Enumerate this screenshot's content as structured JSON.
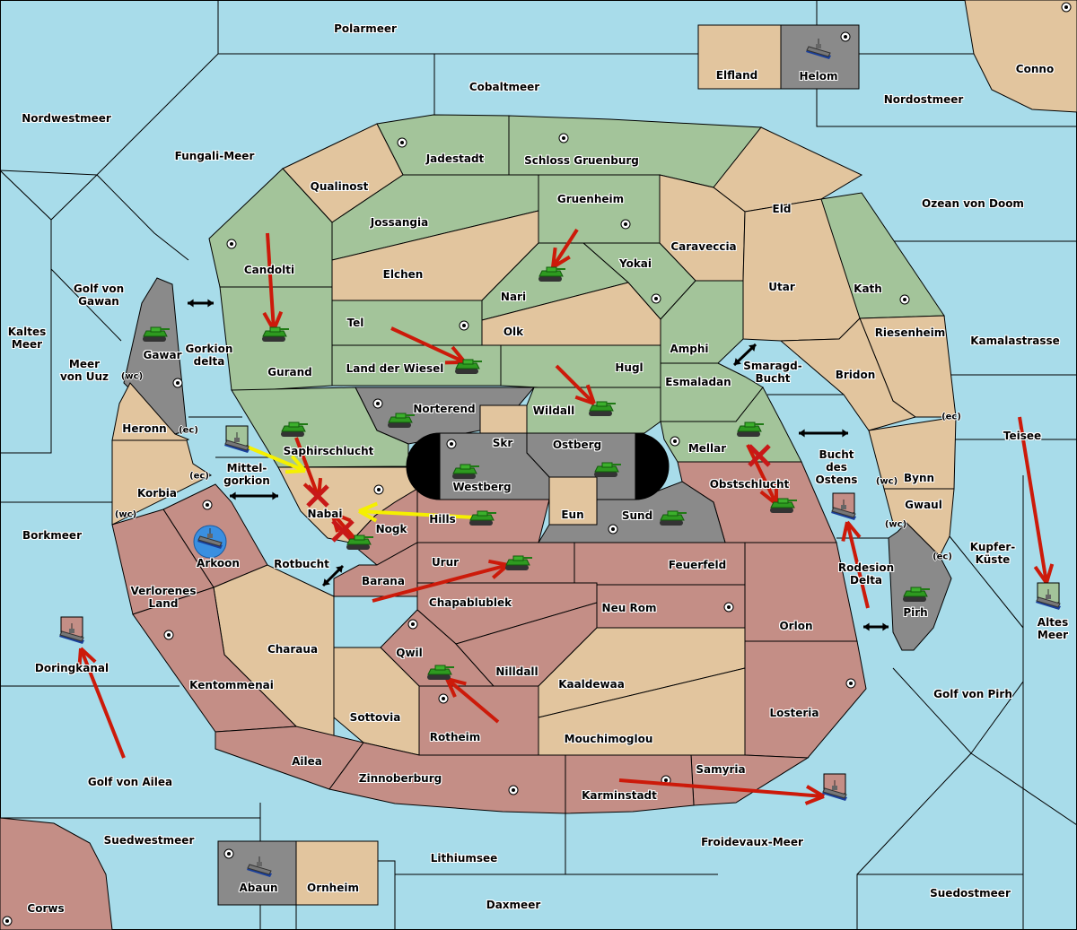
{
  "colors": {
    "sea": "#a8dcea",
    "neutral": "#e2c59e",
    "green_power": "#a3c49a",
    "red_power": "#c48e86",
    "gray_power": "#8a8a8a",
    "border": "#000000",
    "order_arrow": "#cc1a0a",
    "support_arrow": "#f5f000",
    "tank": "#2e9a20",
    "fleet_badge": "#3a8fe0"
  },
  "seas": [
    {
      "id": "polarmeer",
      "name": "Polarmeer"
    },
    {
      "id": "cobaltmeer",
      "name": "Cobaltmeer"
    },
    {
      "id": "nordwestmeer",
      "name": "Nordwestmeer"
    },
    {
      "id": "fungali",
      "name": "Fungali-Meer"
    },
    {
      "id": "nordostmeer",
      "name": "Nordostmeer"
    },
    {
      "id": "ozean",
      "name": "Ozean von Doom"
    },
    {
      "id": "golf-gawan",
      "name": "Golf von\nGawan"
    },
    {
      "id": "kaltes",
      "name": "Kaltes\nMeer"
    },
    {
      "id": "uuz",
      "name": "Meer\nvon Uuz"
    },
    {
      "id": "gorkion-delta",
      "name": "Gorkion\ndelta"
    },
    {
      "id": "mittelgorkion",
      "name": "Mittel-\ngorkion"
    },
    {
      "id": "borkmeer",
      "name": "Borkmeer"
    },
    {
      "id": "rotbucht",
      "name": "Rotbucht"
    },
    {
      "id": "kamalastrasse",
      "name": "Kamalastrasse"
    },
    {
      "id": "smaragd",
      "name": "Smaragd-\nBucht"
    },
    {
      "id": "bucht-ostens",
      "name": "Bucht\ndes\nOstens"
    },
    {
      "id": "teisee",
      "name": "Teisee"
    },
    {
      "id": "kupfer",
      "name": "Kupfer-\nKüste"
    },
    {
      "id": "rodesion",
      "name": "Rodesion\nDelta"
    },
    {
      "id": "altes",
      "name": "Altes\nMeer"
    },
    {
      "id": "golf-pirh",
      "name": "Golf von Pirh"
    },
    {
      "id": "doringkanal",
      "name": "Doringkanal"
    },
    {
      "id": "golf-ailea",
      "name": "Golf von Ailea"
    },
    {
      "id": "suedwestmeer",
      "name": "Suedwestmeer"
    },
    {
      "id": "lithiumsee",
      "name": "Lithiumsee"
    },
    {
      "id": "froidevaux",
      "name": "Froidevaux-Meer"
    },
    {
      "id": "daxmeer",
      "name": "Daxmeer"
    },
    {
      "id": "suedostmeer",
      "name": "Suedostmeer"
    }
  ],
  "territories": [
    {
      "id": "elfland",
      "name": "Elfland",
      "owner": "neutral"
    },
    {
      "id": "helom",
      "name": "Helom",
      "owner": "gray",
      "supply": true
    },
    {
      "id": "conno",
      "name": "Conno",
      "owner": "neutral",
      "supply": true
    },
    {
      "id": "jadestadt",
      "name": "Jadestadt",
      "owner": "green",
      "supply": true
    },
    {
      "id": "schloss",
      "name": "Schloss Gruenburg",
      "owner": "green",
      "supply": true
    },
    {
      "id": "qualinost",
      "name": "Qualinost",
      "owner": "neutral"
    },
    {
      "id": "jossangia",
      "name": "Jossangia",
      "owner": "green"
    },
    {
      "id": "gruenheim",
      "name": "Gruenheim",
      "owner": "green",
      "supply": true
    },
    {
      "id": "eld",
      "name": "Eld",
      "owner": "neutral"
    },
    {
      "id": "candolti",
      "name": "Candolti",
      "owner": "green",
      "supply": true
    },
    {
      "id": "elchen",
      "name": "Elchen",
      "owner": "neutral"
    },
    {
      "id": "caraveccia",
      "name": "Caraveccia",
      "owner": "neutral"
    },
    {
      "id": "yokai",
      "name": "Yokai",
      "owner": "green",
      "supply": true
    },
    {
      "id": "nari",
      "name": "Nari",
      "owner": "green"
    },
    {
      "id": "utar",
      "name": "Utar",
      "owner": "neutral"
    },
    {
      "id": "kath",
      "name": "Kath",
      "owner": "green",
      "supply": true
    },
    {
      "id": "tel",
      "name": "Tel",
      "owner": "green",
      "supply": true
    },
    {
      "id": "olk",
      "name": "Olk",
      "owner": "neutral"
    },
    {
      "id": "amphi",
      "name": "Amphi",
      "owner": "green"
    },
    {
      "id": "riesenheim",
      "name": "Riesenheim",
      "owner": "neutral"
    },
    {
      "id": "gawar",
      "name": "Gawar",
      "owner": "gray",
      "supply": true
    },
    {
      "id": "gurand",
      "name": "Gurand",
      "owner": "green"
    },
    {
      "id": "wiesel",
      "name": "Land der Wiesel",
      "owner": "green"
    },
    {
      "id": "hugl",
      "name": "Hugl",
      "owner": "green"
    },
    {
      "id": "bridon",
      "name": "Bridon",
      "owner": "neutral",
      "supply": true
    },
    {
      "id": "esmaladan",
      "name": "Esmaladan",
      "owner": "green"
    },
    {
      "id": "norterend",
      "name": "Norterend",
      "owner": "gray",
      "supply": true
    },
    {
      "id": "wildall",
      "name": "Wildall",
      "owner": "green"
    },
    {
      "id": "heronn",
      "name": "Heronn",
      "owner": "neutral"
    },
    {
      "id": "saphir",
      "name": "Saphirschlucht",
      "owner": "green"
    },
    {
      "id": "skr",
      "name": "Skr",
      "owner": "neutral"
    },
    {
      "id": "ostberg",
      "name": "Ostberg",
      "owner": "gray",
      "supply": true
    },
    {
      "id": "mellar",
      "name": "Mellar",
      "owner": "green",
      "supply": true
    },
    {
      "id": "westberg",
      "name": "Westberg",
      "owner": "gray",
      "supply": true
    },
    {
      "id": "obstschlucht",
      "name": "Obstschlucht",
      "owner": "red"
    },
    {
      "id": "bynn",
      "name": "Bynn",
      "owner": "neutral"
    },
    {
      "id": "korbia",
      "name": "Korbia",
      "owner": "neutral"
    },
    {
      "id": "nabai",
      "name": "Nabai",
      "owner": "neutral",
      "supply": true
    },
    {
      "id": "hills",
      "name": "Hills",
      "owner": "red"
    },
    {
      "id": "eun",
      "name": "Eun",
      "owner": "neutral"
    },
    {
      "id": "sund",
      "name": "Sund",
      "owner": "gray",
      "supply": true
    },
    {
      "id": "gwaul",
      "name": "Gwaul",
      "owner": "neutral"
    },
    {
      "id": "nogk",
      "name": "Nogk",
      "owner": "red"
    },
    {
      "id": "arkoon",
      "name": "Arkoon",
      "owner": "red",
      "supply": true
    },
    {
      "id": "urur",
      "name": "Urur",
      "owner": "red"
    },
    {
      "id": "feuerfeld",
      "name": "Feuerfeld",
      "owner": "red"
    },
    {
      "id": "barana",
      "name": "Barana",
      "owner": "red"
    },
    {
      "id": "pirh",
      "name": "Pirh",
      "owner": "gray",
      "supply": true
    },
    {
      "id": "verlorenes",
      "name": "Verlorenes\nLand",
      "owner": "red"
    },
    {
      "id": "chapablublek",
      "name": "Chapablublek",
      "owner": "red"
    },
    {
      "id": "neurom",
      "name": "Neu Rom",
      "owner": "red",
      "supply": true
    },
    {
      "id": "orlon",
      "name": "Orlon",
      "owner": "red"
    },
    {
      "id": "charaua",
      "name": "Charaua",
      "owner": "neutral"
    },
    {
      "id": "qwil",
      "name": "Qwil",
      "owner": "red",
      "supply": true
    },
    {
      "id": "nilldall",
      "name": "Nilldall",
      "owner": "red"
    },
    {
      "id": "kentommenai",
      "name": "Kentommenai",
      "owner": "red",
      "supply": true
    },
    {
      "id": "kaaldewaa",
      "name": "Kaaldewaa",
      "owner": "neutral"
    },
    {
      "id": "losteria",
      "name": "Losteria",
      "owner": "red",
      "supply": true
    },
    {
      "id": "sottovia",
      "name": "Sottovia",
      "owner": "neutral"
    },
    {
      "id": "rotheim",
      "name": "Rotheim",
      "owner": "red",
      "supply": true
    },
    {
      "id": "mouchimoglou",
      "name": "Mouchimoglou",
      "owner": "neutral"
    },
    {
      "id": "ailea",
      "name": "Ailea",
      "owner": "red"
    },
    {
      "id": "samyria",
      "name": "Samyria",
      "owner": "red"
    },
    {
      "id": "zinnoberburg",
      "name": "Zinnoberburg",
      "owner": "red",
      "supply": true
    },
    {
      "id": "karminstadt",
      "name": "Karminstadt",
      "owner": "red",
      "supply": true
    },
    {
      "id": "abaun",
      "name": "Abaun",
      "owner": "gray",
      "supply": true
    },
    {
      "id": "ornheim",
      "name": "Ornheim",
      "owner": "neutral"
    },
    {
      "id": "corws",
      "name": "Corws",
      "owner": "red",
      "supply": true
    }
  ],
  "coast_markers": [
    "(wc)",
    "(ec)",
    "(ec)",
    "(wc)",
    "(ec)",
    "(wc)",
    "(wc)",
    "(ec)"
  ],
  "units": [
    {
      "type": "fleet",
      "at": "Helom",
      "power": "gray"
    },
    {
      "type": "army",
      "at": "Gawar",
      "power": "green"
    },
    {
      "type": "army",
      "at": "Gurand",
      "power": "green"
    },
    {
      "type": "army",
      "at": "Nari",
      "power": "green"
    },
    {
      "type": "army",
      "at": "Land der Wiesel",
      "power": "green"
    },
    {
      "type": "army",
      "at": "Wildall",
      "power": "green"
    },
    {
      "type": "army",
      "at": "Norterend",
      "power": "green"
    },
    {
      "type": "army",
      "at": "Saphirschlucht",
      "power": "green"
    },
    {
      "type": "army",
      "at": "Westberg",
      "power": "green"
    },
    {
      "type": "army",
      "at": "Ostberg",
      "power": "green"
    },
    {
      "type": "army",
      "at": "Mellar",
      "power": "green"
    },
    {
      "type": "army",
      "at": "Obstschlucht",
      "power": "green"
    },
    {
      "type": "army",
      "at": "Hills",
      "power": "green"
    },
    {
      "type": "army",
      "at": "Sund",
      "power": "green"
    },
    {
      "type": "army",
      "at": "Nogk",
      "power": "green"
    },
    {
      "type": "army",
      "at": "Urur",
      "power": "green"
    },
    {
      "type": "army",
      "at": "Qwil",
      "power": "green"
    },
    {
      "type": "army",
      "at": "Pirh",
      "power": "green"
    },
    {
      "type": "fleet",
      "at": "Mittelgorkion",
      "power": "green"
    },
    {
      "type": "fleet",
      "at": "Arkoon",
      "power": "red"
    },
    {
      "type": "fleet",
      "at": "Doringkanal",
      "power": "red"
    },
    {
      "type": "fleet",
      "at": "Bucht des Ostens",
      "power": "red"
    },
    {
      "type": "fleet",
      "at": "Altes Meer",
      "power": "green"
    },
    {
      "type": "fleet",
      "at": "Froidevaux-Meer",
      "power": "red"
    },
    {
      "type": "fleet",
      "at": "Abaun",
      "power": "gray"
    }
  ],
  "orders": [
    {
      "kind": "move",
      "from": "Candolti",
      "to": "Gurand"
    },
    {
      "kind": "move",
      "from": "Gruenheim",
      "to": "Nari"
    },
    {
      "kind": "move",
      "from": "Tel",
      "to": "Land der Wiesel"
    },
    {
      "kind": "move",
      "from": "Hugl",
      "to": "Wildall"
    },
    {
      "kind": "move",
      "from": "Saphirschlucht",
      "to": "Nabai",
      "result": "failed"
    },
    {
      "kind": "move",
      "from": "Nogk",
      "to": "Nabai",
      "result": "failed"
    },
    {
      "kind": "support",
      "from": "Hills",
      "to": "Nabai"
    },
    {
      "kind": "support",
      "from": "Mittelgorkion",
      "to": "Saphirschlucht"
    },
    {
      "kind": "move",
      "from": "Mellar",
      "to": "Obstschlucht",
      "result": "failed"
    },
    {
      "kind": "move",
      "from": "Barana",
      "to": "Urur"
    },
    {
      "kind": "move",
      "from": "Rotheim",
      "to": "Qwil"
    },
    {
      "kind": "move",
      "from": "Rodesion Delta",
      "to": "Bucht des Ostens"
    },
    {
      "kind": "move",
      "from": "Teisee",
      "to": "Altes Meer"
    },
    {
      "kind": "move",
      "from": "Golf von Ailea",
      "to": "Doringkanal"
    },
    {
      "kind": "move",
      "from": "Karminstadt",
      "to": "Froidevaux-Meer"
    }
  ]
}
